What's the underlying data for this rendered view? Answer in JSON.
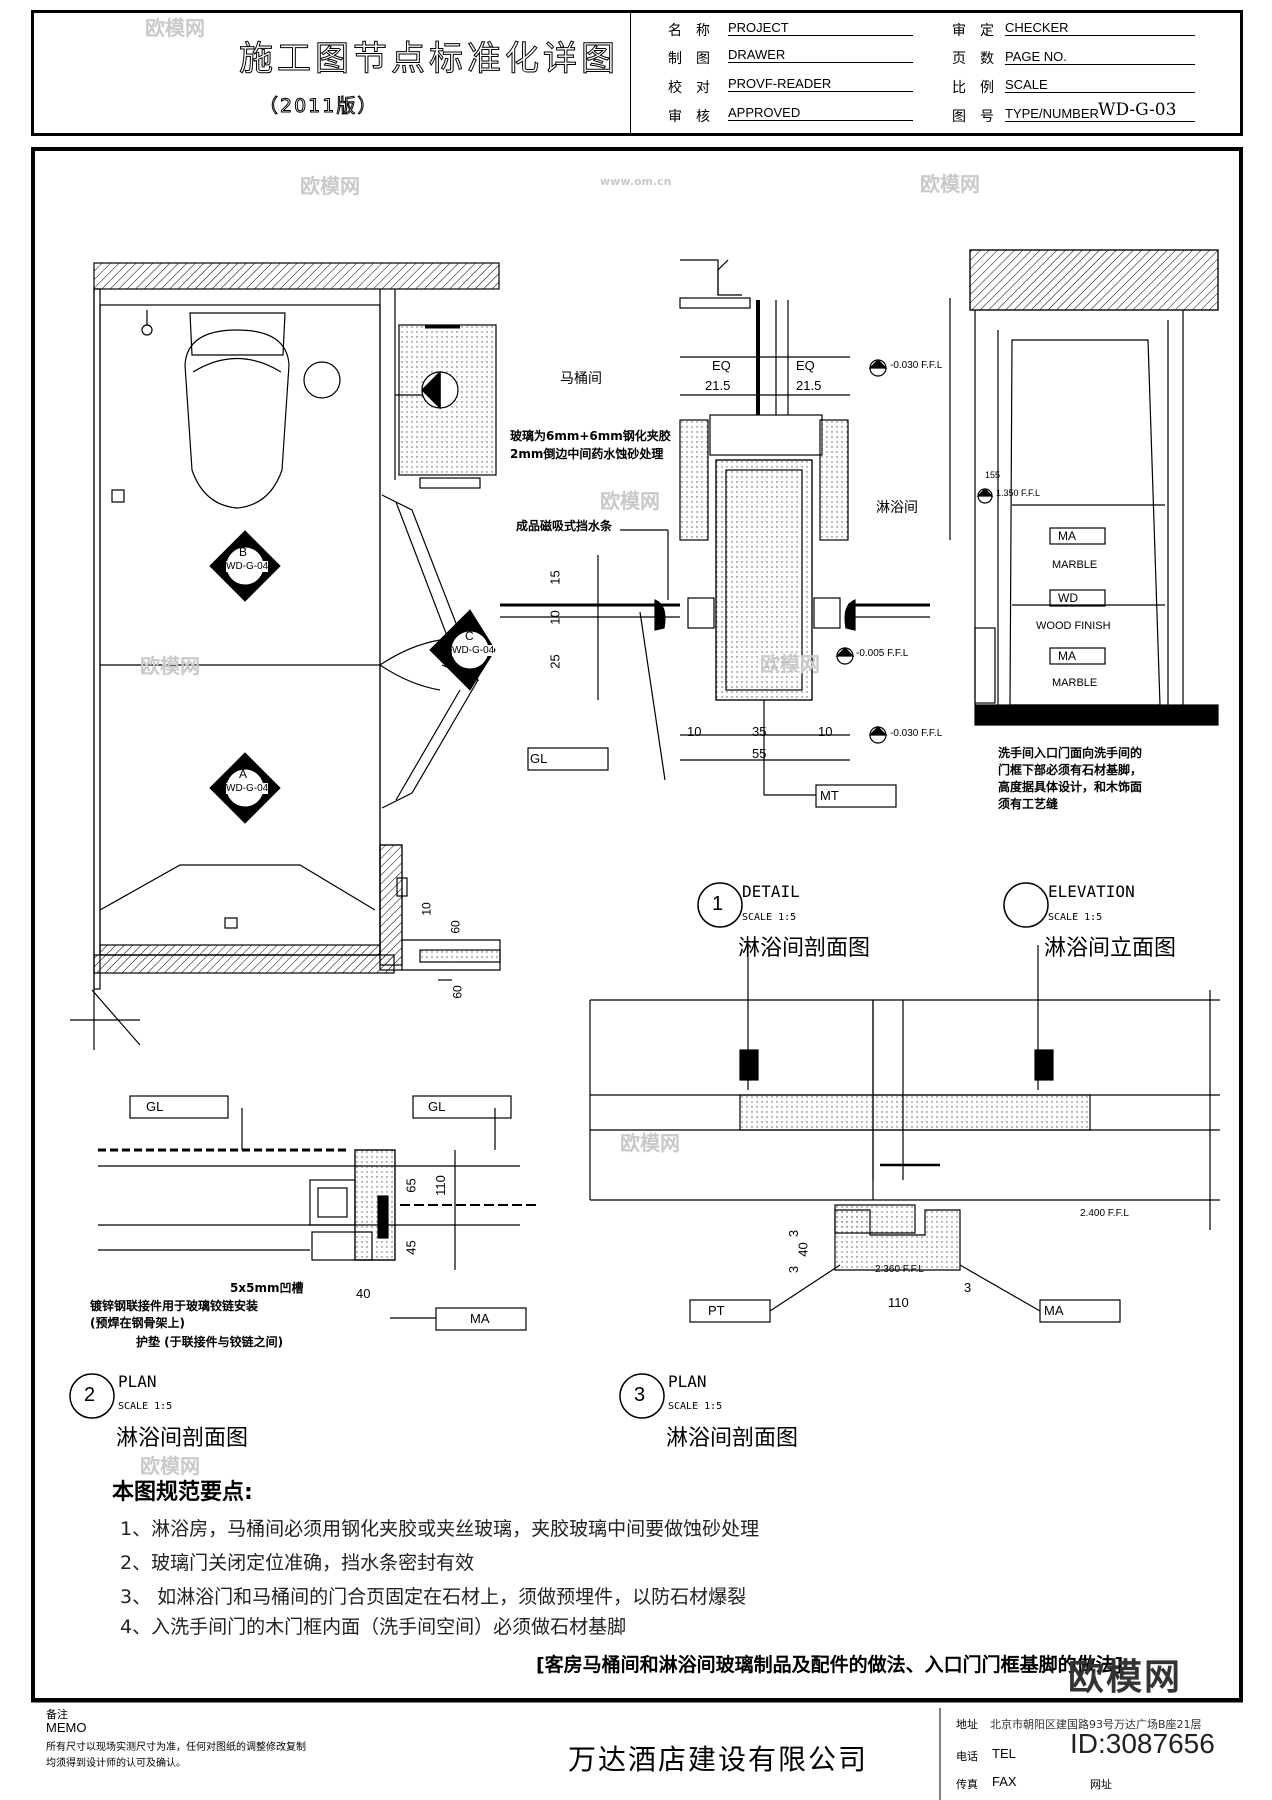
{
  "title_block": {
    "title": "施工图节点标准化详图",
    "edition": "（2011版）",
    "rows_left": [
      {
        "label": "名称",
        "value": "PROJECT"
      },
      {
        "label": "制图",
        "value": "DRAWER"
      },
      {
        "label": "校对",
        "value": "PROVF-READER"
      },
      {
        "label": "审核",
        "value": "APPROVED"
      }
    ],
    "rows_right": [
      {
        "label": "审定",
        "value": "CHECKER"
      },
      {
        "label": "页数",
        "value": "PAGE NO."
      },
      {
        "label": "比例",
        "value": "SCALE"
      },
      {
        "label": "图号",
        "value": "TYPE/NUMBER"
      }
    ],
    "drawing_number": "WD-G-03"
  },
  "plan_labels": {
    "tag_b_letter": "B",
    "tag_b_ref": "WD-G-04",
    "tag_a_letter": "A",
    "tag_a_ref": "WD-G-04",
    "tag_c_letter": "C",
    "tag_c_ref": "WD-G-04",
    "dim_10": "10",
    "dim_60a": "60",
    "dim_60b": "60"
  },
  "detail1": {
    "room_toilet": "马桶间",
    "room_shower": "淋浴间",
    "glass_note_1": "玻璃为6mm+6mm钢化夹胶",
    "glass_note_2": "2mm倒边中间药水蚀砂处理",
    "seal_note": "成品磁吸式挡水条",
    "eq1": "EQ",
    "eq2": "EQ",
    "d21a": "21.5",
    "d21b": "21.5",
    "lvl_top": "-0.030 F.F.L",
    "lvl_mid": "-0.005 F.F.L",
    "lvl_bot": "-0.030 F.F.L",
    "d15": "15",
    "d10": "10",
    "d25": "25",
    "b10a": "10",
    "b35": "35",
    "b10b": "10",
    "b55": "55",
    "tag_gl": "GL",
    "tag_mt": "MT",
    "num": "1",
    "type": "DETAIL",
    "scale": "SCALE  1:5",
    "caption": "淋浴间剖面图"
  },
  "elevation": {
    "lvl": "1.350 F.F.L",
    "lvl_small": "155",
    "ma1": "MA",
    "marble1": "MARBLE",
    "wd": "WD",
    "wood": "WOOD  FINISH",
    "ma2": "MA",
    "marble2": "MARBLE",
    "note_1": "洗手间入口门面向洗手间的",
    "note_2": "门框下部必须有石材基脚，",
    "note_3": "高度据具体设计，和木饰面",
    "note_4": "须有工艺缝",
    "type": "ELEVATION",
    "scale": "SCALE  1:5",
    "caption": "淋浴间立面图"
  },
  "plan2": {
    "gl_left": "GL",
    "gl_right": "GL",
    "d65": "65",
    "d110": "110",
    "d45": "45",
    "d40": "40",
    "ma": "MA",
    "note_groove": "5x5mm凹槽",
    "note_plate_1": "镀锌钢联接件用于玻璃铰链安装",
    "note_plate_2": "(预焊在钢骨架上)",
    "note_pad": "护垫 (于联接件与铰链之间)",
    "num": "2",
    "type": "PLAN",
    "scale": "SCALE  1:5",
    "caption": "淋浴间剖面图"
  },
  "plan3": {
    "lvl_right": "2.400 F.F.L",
    "lvl_left": "2.360 F.F.L",
    "d3a": "3",
    "d40": "40",
    "d3b": "3",
    "d110": "110",
    "d3c": "3",
    "pt": "PT",
    "ma": "MA",
    "num": "3",
    "type": "PLAN",
    "scale": "SCALE  1:5",
    "caption": "淋浴间剖面图"
  },
  "spec": {
    "heading": "本图规范要点:",
    "items": [
      "1、淋浴房，马桶间必须用钢化夹胶或夹丝玻璃，夹胶玻璃中间要做蚀砂处理",
      "2、玻璃门关闭定位准确，挡水条密封有效",
      "3、 如淋浴门和马桶间的门合页固定在石材上，须做预埋件，以防石材爆裂",
      "4、入洗手间门的木门框内面（洗手间空间）必须做石材基脚"
    ],
    "title_bracket": "[客房马桶间和淋浴间玻璃制品及配件的做法、入口门门框基脚的做法]"
  },
  "footer": {
    "memo_cn": "备注",
    "memo_en": "MEMO",
    "memo_line_1": "所有尺寸以现场实测尺寸为准，任何对图纸的调整修改复制",
    "memo_line_2": "均须得到设计师的认可及确认。",
    "company": "万达酒店建设有限公司",
    "addr_label": "地址",
    "addr_value": "北京市朝阳区建国路93号万达广场B座21层",
    "tel_label": "电话",
    "tel_value": "TEL",
    "fax_label": "传真",
    "fax_value": "FAX",
    "web_label": "网址",
    "logo_text": "欧模网",
    "id_text": "ID:3087656"
  },
  "watermarks": {
    "brand": "欧模网",
    "site": "www.om.cn"
  }
}
